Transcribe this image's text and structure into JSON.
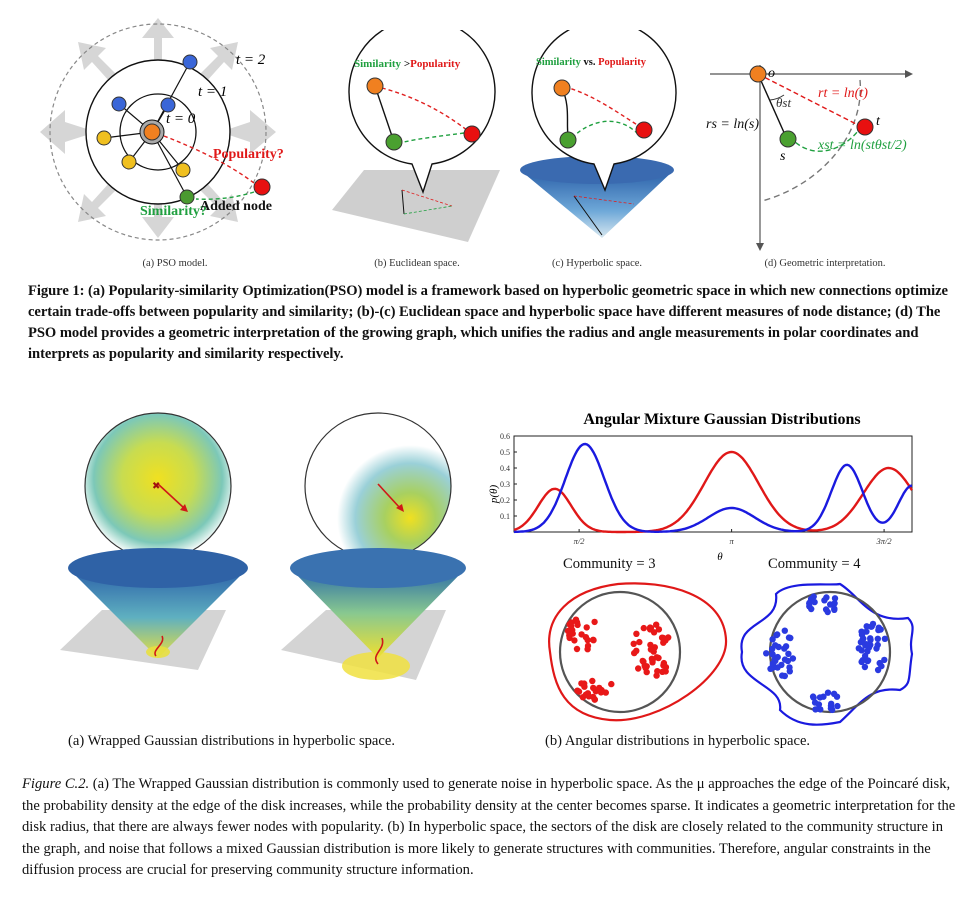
{
  "figure1": {
    "panel_a": {
      "subcaption": "(a) PSO model.",
      "label_t2": "t = 2",
      "label_t1": "t = 1",
      "label_t0": "t = 0",
      "popularity_label": "Popularity?",
      "similarity_label": "Similarity?",
      "added_node_label": "Added node"
    },
    "panel_b": {
      "subcaption": "(b) Euclidean space.",
      "bubble_sim": "Similarity",
      "bubble_op": " >",
      "bubble_pop": "Popularity"
    },
    "panel_c": {
      "subcaption": "(c) Hyperbolic space.",
      "bubble_sim": "Similarity",
      "bubble_op": " vs. ",
      "bubble_pop": "Popularity"
    },
    "panel_d": {
      "subcaption": "(d) Geometric interpretation.",
      "label_o": "o",
      "label_t": "t",
      "label_s": "s",
      "label_theta": "θst",
      "label_rt": "rt = ln(t)",
      "label_rs": "rs = ln(s)",
      "label_xst": "xst = ln(stθst/2)"
    },
    "caption": "Figure 1: (a) Popularity-similarity Optimization(PSO) model is a framework based on hyperbolic geometric space in which new connections optimize certain trade-offs between popularity and similarity; (b)-(c) Euclidean space and hyperbolic space have different measures of node distance; (d) The PSO model provides a geometric interpretation of the growing graph, which unifies the radius and angle measurements in polar coordinates and interprets as popularity and similarity respectively."
  },
  "figure2": {
    "subcaption_a": "(a)  Wrapped Gaussian distributions in hyperbolic space.",
    "subcaption_b": "(b)  Angular distributions in hyperbolic space.",
    "community3_label": "Community = 3",
    "community4_label": "Community = 4",
    "caption_label": "Figure C.2.",
    "caption_text": " (a) The Wrapped Gaussian distribution is commonly used to generate noise in hyperbolic space. As the μ approaches the edge of the Poincaré disk, the probability density at the edge of the disk increases, while the probability density at the center becomes sparse. It indicates a geometric interpretation for the disk radius, that there are always fewer nodes with popularity. (b) In hyperbolic space, the sectors of the disk are closely related to the community structure in the graph, and noise that follows a mixed Gaussian distribution is more likely to generate structures with communities. Therefore, angular constraints in the diffusion process are crucial for preserving community structure information."
  },
  "chart_data": {
    "type": "line",
    "title": "Angular Mixture Gaussian Distributions",
    "xlabel": "θ",
    "ylabel": "p(θ)",
    "ylim": [
      0,
      0.6
    ],
    "yticks": [
      0.1,
      0.2,
      0.3,
      0.4,
      0.5,
      0.6
    ],
    "xticks": [
      "π/2",
      "π",
      "3π/2"
    ],
    "xlim": [
      0.9,
      5.0
    ],
    "grid": false,
    "series": [
      {
        "color": "#e01818",
        "components": [
          [
            1.32,
            0.27,
            0.17
          ],
          [
            3.14,
            0.5,
            0.28
          ],
          [
            4.76,
            0.4,
            0.26
          ]
        ]
      },
      {
        "color": "#1a1adf",
        "components": [
          [
            1.63,
            0.55,
            0.2
          ],
          [
            3.14,
            0.15,
            0.24
          ],
          [
            4.33,
            0.42,
            0.16
          ],
          [
            5.0,
            0.29,
            0.14
          ]
        ]
      }
    ]
  }
}
